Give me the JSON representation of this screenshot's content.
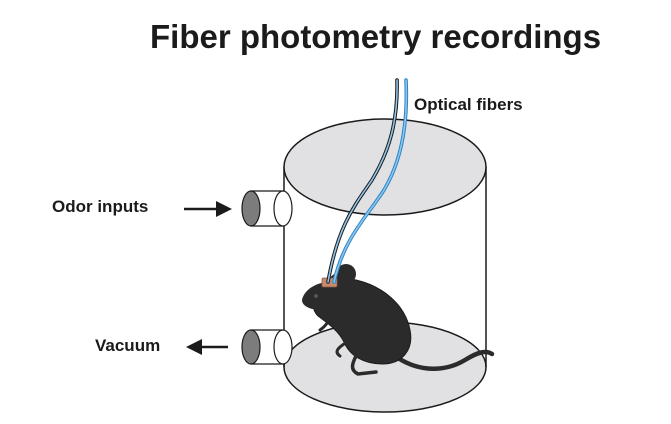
{
  "title": "Fiber photometry recordings",
  "labels": {
    "optical_fibers": "Optical fibers",
    "odor_inputs": "Odor inputs",
    "vacuum": "Vacuum"
  },
  "colors": {
    "chamber_fill": "#e1e1e3",
    "outline": "#1b1b1b",
    "fiber": "#2a87c8",
    "mouse": "#2b2b2b",
    "implant": "#c88b6b",
    "port_dark": "#7c7c7c"
  },
  "icons": {
    "odor_arrow": "arrow-right-icon",
    "vacuum_arrow": "arrow-left-icon"
  }
}
